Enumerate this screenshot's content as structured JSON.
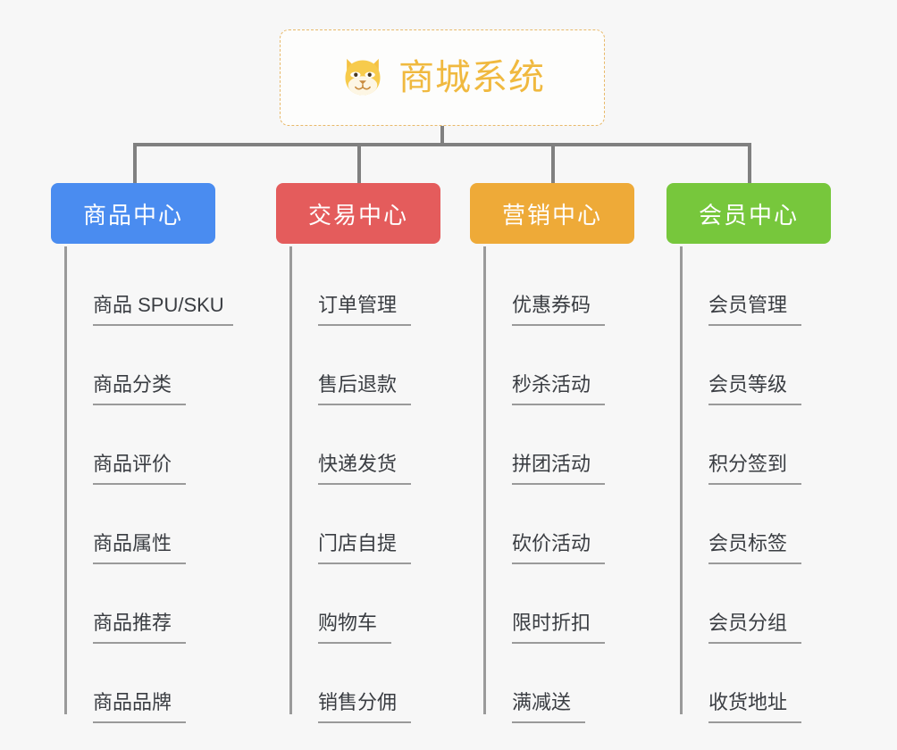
{
  "diagram": {
    "background_color": "#f7f7f7",
    "root": {
      "label": "商城系统",
      "icon": "shiba-dog-emoji",
      "text_color": "#f0b93f",
      "border_color": "#e8b96a"
    },
    "line_color": "#808080",
    "branch_line_color": "#9a9a9a",
    "leaf_text_color": "#3a3d42",
    "columns": [
      {
        "id": "product-center",
        "label": "商品中心",
        "color": "#4a8cf0",
        "items": [
          "商品 SPU/SKU",
          "商品分类",
          "商品评价",
          "商品属性",
          "商品推荐",
          "商品品牌"
        ]
      },
      {
        "id": "trade-center",
        "label": "交易中心",
        "color": "#e45c5c",
        "items": [
          "订单管理",
          "售后退款",
          "快递发货",
          "门店自提",
          "购物车",
          "销售分佣"
        ]
      },
      {
        "id": "marketing-center",
        "label": "营销中心",
        "color": "#eeaa38",
        "items": [
          "优惠券码",
          "秒杀活动",
          "拼团活动",
          "砍价活动",
          "限时折扣",
          "满减送"
        ]
      },
      {
        "id": "member-center",
        "label": "会员中心",
        "color": "#77c73c",
        "items": [
          "会员管理",
          "会员等级",
          "积分签到",
          "会员标签",
          "会员分组",
          "收货地址"
        ]
      }
    ]
  }
}
